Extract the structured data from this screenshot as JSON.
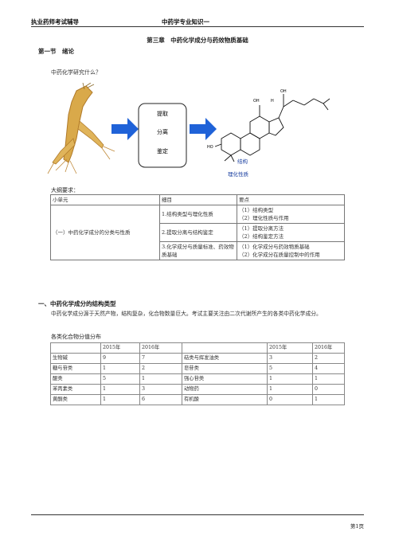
{
  "header": {
    "left": "执业药师考试辅导",
    "center": "中药学专业知识一"
  },
  "chapter_title": "第三章　中药化学成分与药效物质基础",
  "section_title": "第一节　绪论",
  "question": "中药化学研究什么？",
  "figure": {
    "box_lines": [
      "提取",
      "分离",
      "鉴定"
    ],
    "labels": {
      "structure": "结构",
      "property": "理化性质",
      "oh_top": "OH",
      "oh_side": "OH",
      "ho": "HO",
      "h": "H"
    }
  },
  "outline_label": "大纲要求：",
  "outline_table": {
    "headers": [
      "小单元",
      "细目",
      "要点"
    ],
    "unit": "（一）中药化学成分的分类与性质",
    "rows": [
      {
        "item": "1.结构类型与理化性质",
        "points": [
          "（1）结构类型",
          "（2）理化性质与作用"
        ]
      },
      {
        "item": "2.提取分离与结构鉴定",
        "points": [
          "（1）提取分离方法",
          "（2）结构鉴定方法"
        ]
      },
      {
        "item": "3.化学成分与质量标准、药效物质基础",
        "points": [
          "（1）化学成分与药效物质基础",
          "（2）化学成分在质量控制中的作用"
        ]
      }
    ]
  },
  "section2_title": "一、中药化学成分的结构类型",
  "section2_text": "中药化学成分源于天然产物，结构复杂，化合物数量巨大。考试主要关注由二次代谢所产生的各类中药化学成分。",
  "distribution_label": "各类化合物分值分布",
  "distribution_table": {
    "header": [
      "",
      "2015年",
      "2016年",
      "",
      "2015年",
      "2016年"
    ],
    "rows": [
      [
        "生物碱",
        "9",
        "7",
        "萜类与挥发油类",
        "3",
        "2"
      ],
      [
        "糖与苷类",
        "1",
        "2",
        "皂苷类",
        "5",
        "4"
      ],
      [
        "醌类",
        "5",
        "1",
        "强心苷类",
        "1",
        "1"
      ],
      [
        "苯丙素类",
        "1",
        "3",
        "动物药",
        "1",
        "0"
      ],
      [
        "黄酮类",
        "1",
        "6",
        "有机酸",
        "0",
        "1"
      ]
    ]
  },
  "page_number": "第1页"
}
